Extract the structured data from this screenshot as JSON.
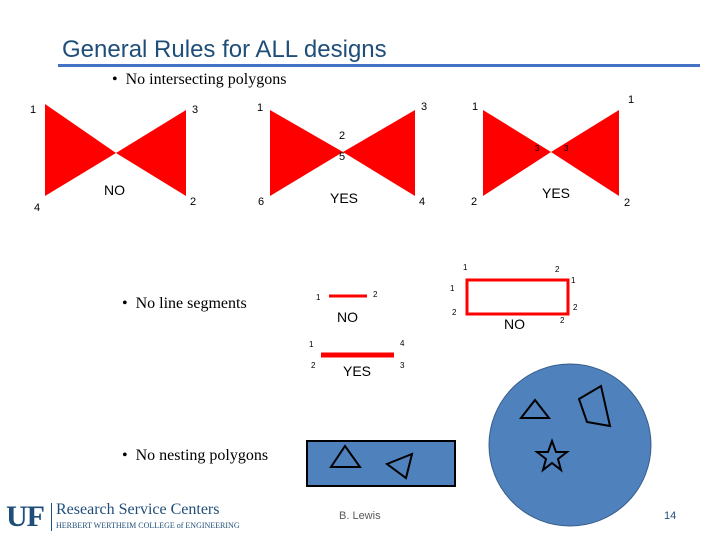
{
  "title": "General Rules for ALL designs",
  "bullets": {
    "intersecting": "No intersecting polygons",
    "line_segments": "No line segments",
    "nesting": "No nesting polygons"
  },
  "bowtie_left": {
    "labels": [
      "1",
      "3",
      "2",
      "4"
    ],
    "verdict": "NO"
  },
  "bowtie_middle": {
    "labels": [
      "1",
      "3",
      "2",
      "5",
      "4",
      "6"
    ],
    "verdict": "YES"
  },
  "bowtie_right": {
    "labels": [
      "1",
      "1",
      "3",
      "3",
      "2",
      "2"
    ],
    "verdict": "YES"
  },
  "segment_top": {
    "labels": [
      "1",
      "2"
    ],
    "verdict": "NO"
  },
  "segment_bottom": {
    "labels": [
      "1",
      "2",
      "4",
      "3"
    ],
    "verdict": "YES"
  },
  "rect_outline": {
    "labels": [
      "1",
      "2",
      "1",
      "1",
      "2",
      "2",
      "2"
    ],
    "verdict": "NO"
  },
  "colors": {
    "red": "#ff0000",
    "blue": "#4f81bd",
    "title": "#1f4e79"
  },
  "footer": {
    "logo_letters": "UF",
    "logo_line1": "Research Service Centers",
    "logo_line2": "HERBERT WERTHEIM COLLEGE of ENGINEERING",
    "center": "B. Lewis",
    "page_number": "14"
  }
}
